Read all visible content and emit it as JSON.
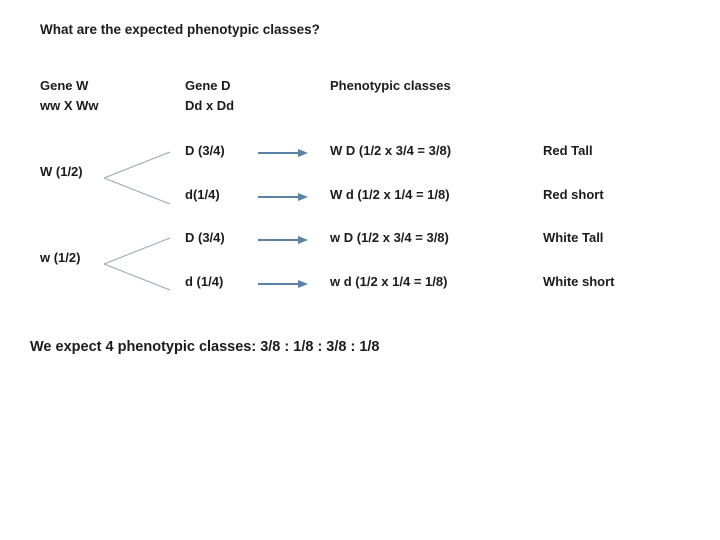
{
  "slide": {
    "title": "What are the expected phenotypic classes?",
    "headers": {
      "gene_w_title": "Gene W",
      "gene_w_cross": "ww X Ww",
      "gene_d_title": "Gene D",
      "gene_d_cross": "Dd x Dd",
      "phenotypic": "Phenotypic classes"
    },
    "parents": [
      {
        "label": "W (1/2)"
      },
      {
        "label": "w (1/2)"
      }
    ],
    "rows": [
      {
        "gamete": "D (3/4)",
        "expression": "W D (1/2 x 3/4 = 3/8)",
        "phenotype": "Red Tall"
      },
      {
        "gamete": "d(1/4)",
        "expression": "W d (1/2 x 1/4 = 1/8)",
        "phenotype": "Red short"
      },
      {
        "gamete": "D (3/4)",
        "expression": "w D (1/2 x 3/4 = 3/8)",
        "phenotype": "White Tall"
      },
      {
        "gamete": "d (1/4)",
        "expression": "w d (1/2 x 1/4 = 1/8)",
        "phenotype": "White short"
      }
    ],
    "summary": "We expect 4 phenotypic classes: 3/8 : 1/8 : 3/8 : 1/8"
  },
  "colors": {
    "text": "#1b1b1b",
    "arrow": "#5b81a5",
    "branch_line": "#93a9ba",
    "background": "#ffffff"
  }
}
